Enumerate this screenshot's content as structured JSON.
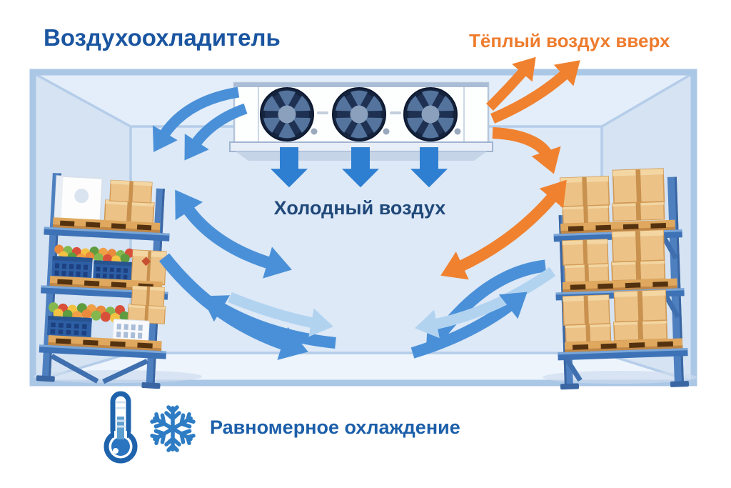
{
  "title": "Воздухоохладитель",
  "labels": {
    "warm_air": "Тёплый воздух вверх",
    "cold_air": "Холодный воздух",
    "uniform_cooling": "Равномерное охлаждение"
  },
  "icons": [
    "thermometer-icon",
    "snowflake-icon",
    "fan-icon"
  ],
  "scene": {
    "unit": "ceiling air cooler",
    "fan_count": 3,
    "left_rack": "rack with produce crates and boxes",
    "right_rack": "rack with carton boxes"
  },
  "colors": {
    "title_blue": "#1a55a0",
    "warm_orange": "#ee7c2e",
    "cold_text": "#20497a",
    "cooling_text": "#1c5faa",
    "arrow_blue": "#4a90d8",
    "arrow_blue_strong": "#2e7fd2",
    "arrow_blue_pale": "#b2d3f0",
    "arrow_orange": "#f0812f",
    "room_border": "#abc7e6",
    "room_fill": "#dce9f6",
    "rack_blue": "#4e80c0",
    "carton_tan": "#ecc287",
    "icon_blue": "#2e7cc4"
  }
}
